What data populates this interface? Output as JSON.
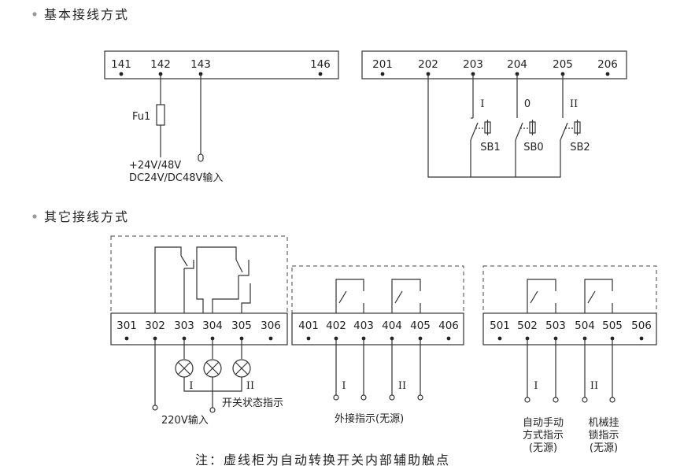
{
  "sections": {
    "basic_title": "基本接线方式",
    "other_title": "其它接线方式"
  },
  "strip1": {
    "terminals": [
      "141",
      "142",
      "143",
      "146"
    ]
  },
  "strip2": {
    "terminals": [
      "201",
      "202",
      "203",
      "204",
      "205",
      "206"
    ]
  },
  "strip3": {
    "terminals": [
      "301",
      "302",
      "303",
      "304",
      "305",
      "306"
    ]
  },
  "strip4": {
    "terminals": [
      "401",
      "402",
      "403",
      "404",
      "405",
      "406"
    ]
  },
  "strip5": {
    "terminals": [
      "501",
      "502",
      "503",
      "504",
      "505",
      "506"
    ]
  },
  "basic": {
    "fuse_label": "Fu1",
    "supply_line1": "+24V/48V",
    "supply_line2": "DC24V/DC48V输入"
  },
  "switches": {
    "pos_labels": [
      "I",
      "0",
      "II"
    ],
    "button_labels": [
      "SB1",
      "SB0",
      "SB2"
    ]
  },
  "block3": {
    "lamp_pos_labels": [
      "I",
      "II"
    ],
    "status_label": "开关状态指示",
    "input_label": "220V输入"
  },
  "block4": {
    "pos_labels": [
      "I",
      "II"
    ],
    "caption": "外接指示(无源)"
  },
  "block5": {
    "pos_labels": [
      "I",
      "II"
    ],
    "caption1": [
      "自动手动",
      "方式指示",
      "(无源)"
    ],
    "caption2": [
      "机械挂",
      "锁指示",
      "(无源)"
    ]
  },
  "note": "注：虚线柜为自动转换开关内部辅助触点"
}
